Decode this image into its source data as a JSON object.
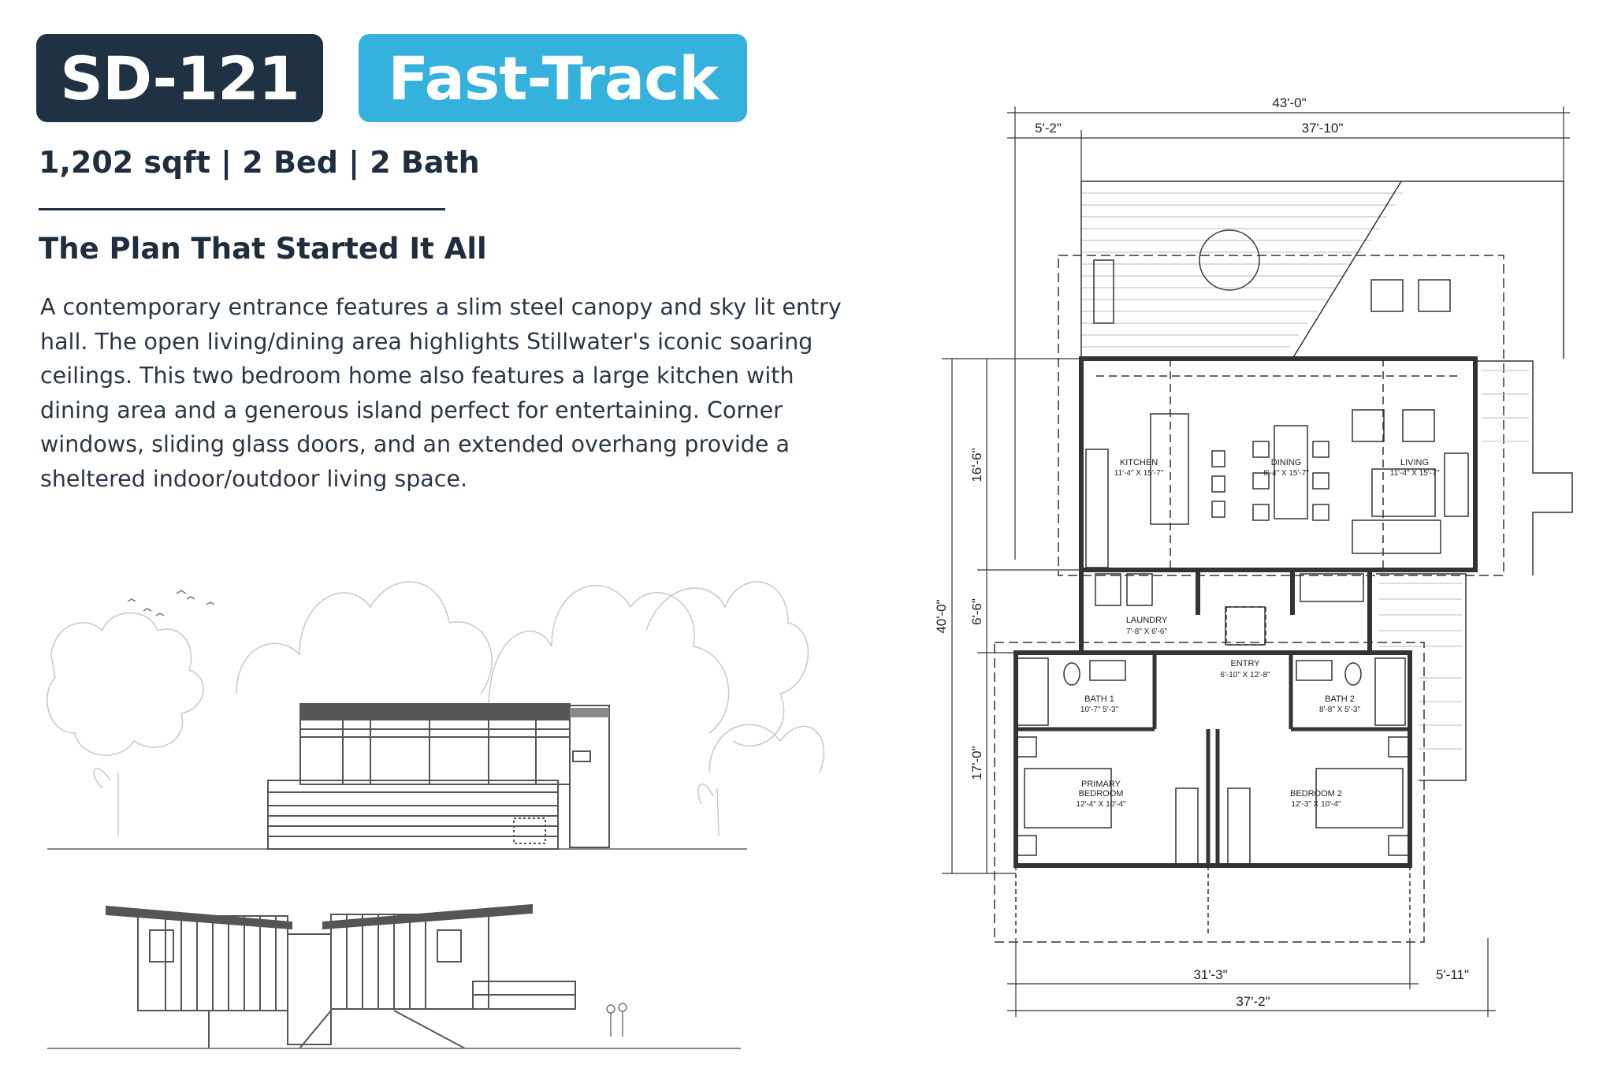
{
  "badge": {
    "code": "SD-121",
    "track": "Fast-Track"
  },
  "specs": "1,202 sqft | 2 Bed | 2 Bath",
  "headline": "The Plan That Started It All",
  "description": "A contemporary entrance features a slim steel canopy and sky lit entry hall. The open living/dining area highlights Stillwater's iconic soaring ceilings. This two bedroom home also features a large kitchen with dining area and a generous island perfect for entertaining. Corner windows, sliding glass doors, and an extended overhang provide a sheltered indoor/outdoor living space.",
  "colors": {
    "navy": "#1f3142",
    "accent": "#34b1dd"
  },
  "plan": {
    "dims": {
      "top_total": "43'-0\"",
      "top_left": "5'-2\"",
      "top_right": "37'-10\"",
      "left_upper": "16'-6\"",
      "left_mid": "6'-6\"",
      "left_lower": "17'-0\"",
      "left_total": "40'-0\"",
      "bottom_left": "31'-3\"",
      "bottom_right": "5'-11\"",
      "bottom_total": "37'-2\""
    },
    "rooms": {
      "kitchen": {
        "name": "KITCHEN",
        "size": "11'-4\" X 15'-7\""
      },
      "dining": {
        "name": "DINING",
        "size": "8'-4\" X 15'-7\""
      },
      "living": {
        "name": "LIVING",
        "size": "11'-4\" X 15'-7\""
      },
      "laundry": {
        "name": "LAUNDRY",
        "size": "7'-8\" X 6'-6\""
      },
      "entry": {
        "name": "ENTRY",
        "size": "6'-10\" X 12'-8\""
      },
      "bath1": {
        "name": "BATH 1",
        "size": "10'-7\" 5'-3\""
      },
      "bath2": {
        "name": "BATH 2",
        "size": "8'-8\" X 5'-3\""
      },
      "primary": {
        "name1": "PRIMARY",
        "name2": "BEDROOM",
        "size": "12'-4\" X 10'-4\""
      },
      "bedroom2": {
        "name": "BEDROOM 2",
        "size": "12'-3\" X 10'-4\""
      }
    }
  }
}
